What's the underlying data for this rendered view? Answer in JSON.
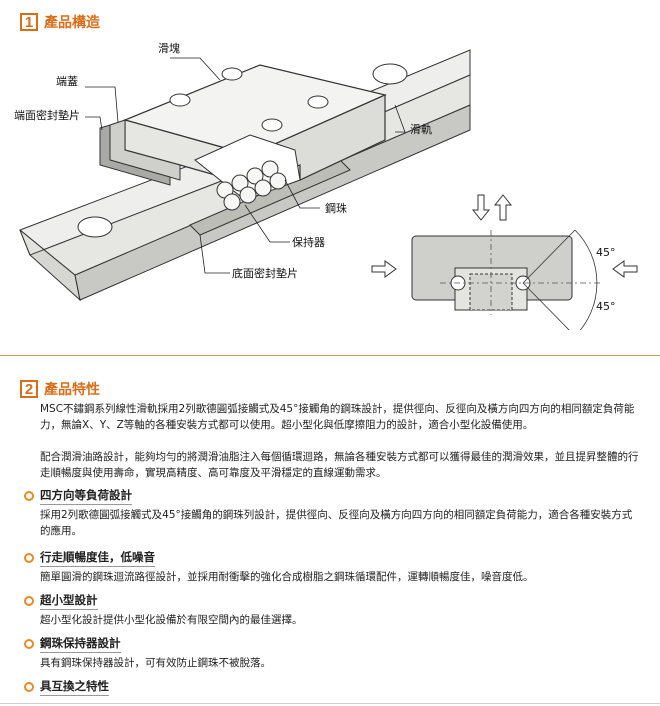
{
  "section1": {
    "number": "1",
    "title": "產品構造"
  },
  "diagram": {
    "labels": {
      "slider": "滑塊",
      "end_cap": "端蓋",
      "end_seal": "端面密封墊片",
      "rail": "滑軌",
      "ball": "鋼珠",
      "retainer": "保持器",
      "bottom_seal": "底面密封墊片"
    },
    "angle_top": "45°",
    "angle_bottom": "45°"
  },
  "section2": {
    "number": "2",
    "title": "產品特性",
    "intro_1": "MSC不鏽鋼系列線性滑軌採用2列歌德圓弧接觸式及45°接觸角的鋼珠設計，提供徑向、反徑向及橫方向四方向的相同額定負荷能力，無論X、Y、Z等軸的各種安裝方式都可以使用。超小型化與低摩擦阻力的設計，適合小型化設備使用。",
    "intro_2": "配合潤滑油路設計，能夠均勻的將潤滑油脂注入每個循環迴路，無論各種安裝方式都可以獲得最佳的潤滑效果，並且提昇整體的行走順暢度與使用壽命，實現高精度、高可靠度及平滑穩定的直線運動需求。",
    "features": [
      {
        "title": "四方向等負荷設計",
        "text": "採用2列歌德圓弧接觸式及45°接觸角的鋼珠列設計，提供徑向、反徑向及橫方向四方向的相同額定負荷能力，適合各種安裝方式的應用。"
      },
      {
        "title": "行走順暢度佳，低噪音",
        "text": "簡單圓滑的鋼珠迴流路徑設計，並採用耐衝擊的強化合成樹脂之鋼珠循環配件，運轉順暢度佳，噪音度低。"
      },
      {
        "title": "超小型設計",
        "text": "超小型化設計提供小型化設備於有限空間內的最佳選擇。"
      },
      {
        "title": "鋼珠保持器設計",
        "text": "具有鋼珠保持器設計，可有效防止鋼珠不被脫落。"
      },
      {
        "title": "具互換之特性",
        "text": ""
      }
    ]
  }
}
